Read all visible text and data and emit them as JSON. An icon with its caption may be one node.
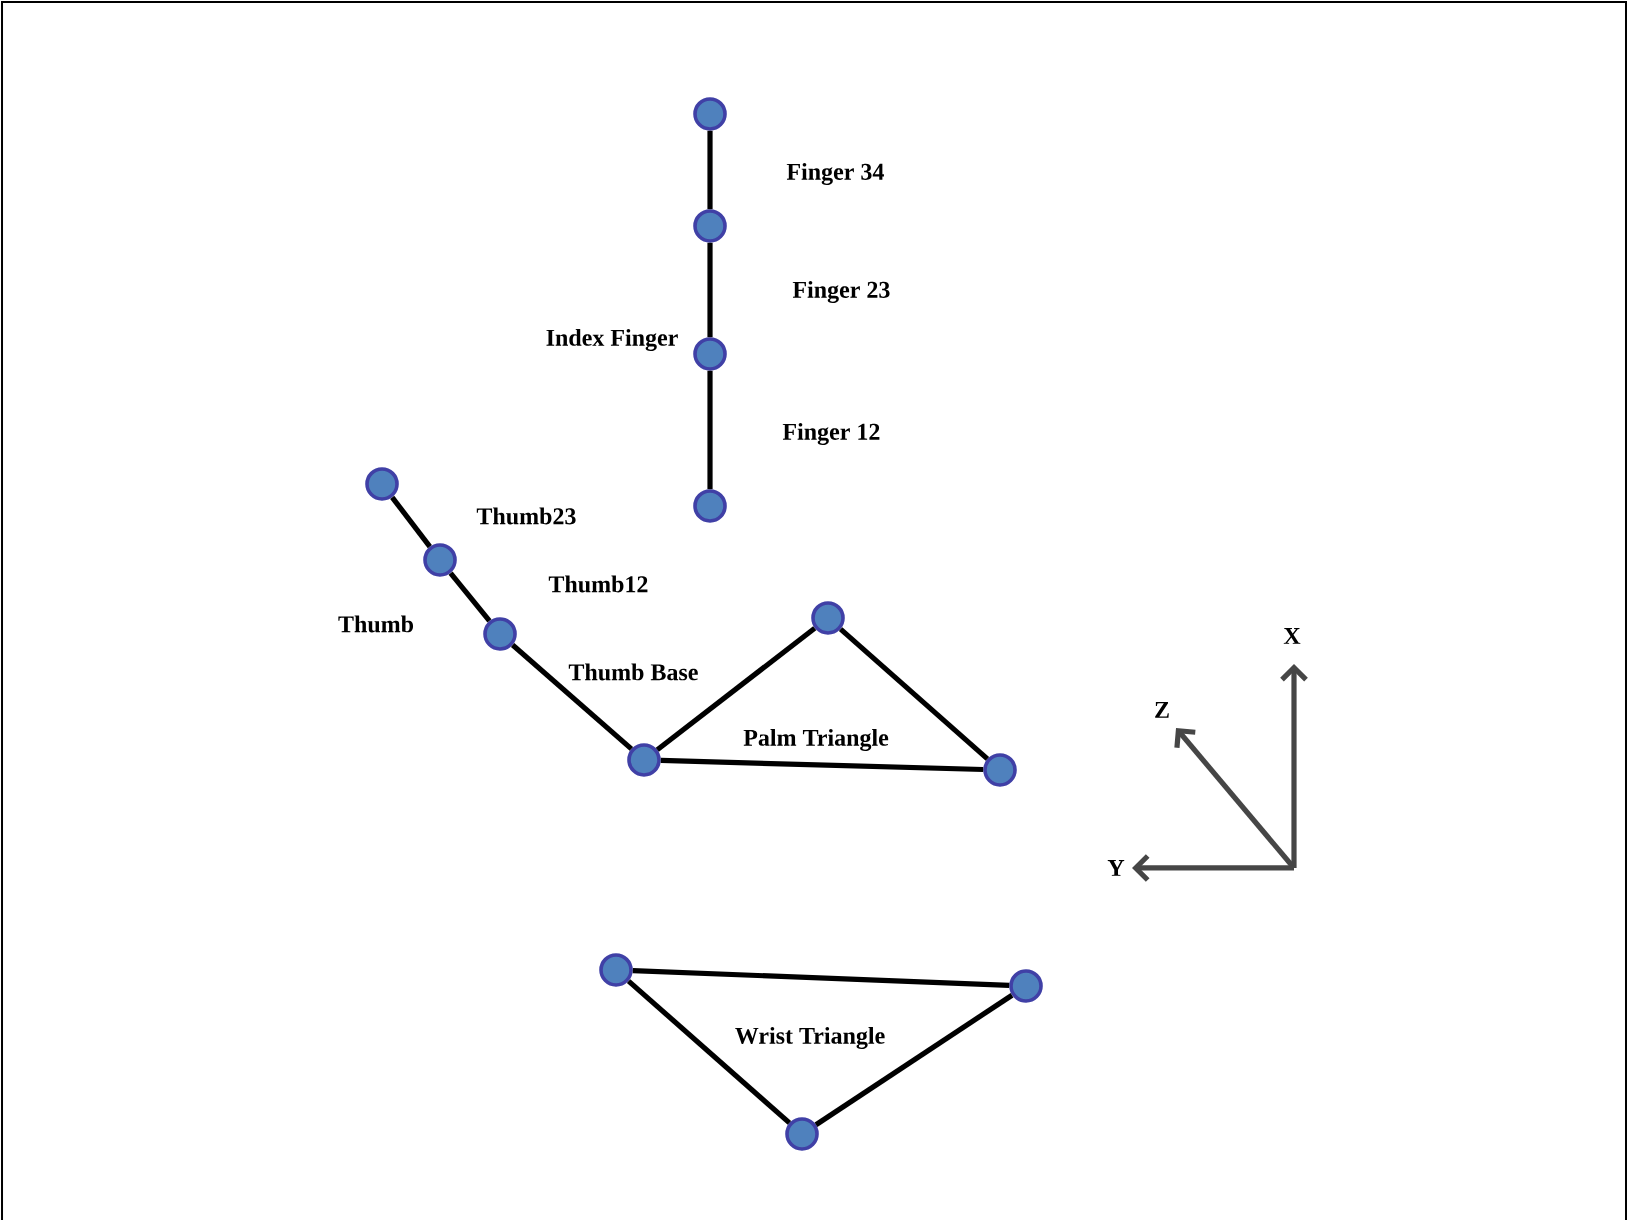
{
  "diagram": {
    "nodes": [
      {
        "text": [],
        "shape": "circle"
      },
      {
        "text": [],
        "shape": "circle"
      },
      {
        "text": [],
        "shape": "circle"
      },
      {
        "text": [],
        "shape": "circle"
      },
      {
        "text": [],
        "shape": "circle"
      },
      {
        "text": [],
        "shape": "circle"
      },
      {
        "text": [],
        "shape": "circle"
      },
      {
        "text": [],
        "shape": "circle"
      },
      {
        "text": [],
        "shape": "circle"
      },
      {
        "text": [],
        "shape": "circle"
      },
      {
        "text": [],
        "shape": "circle"
      },
      {
        "text": [],
        "shape": "circle"
      },
      {
        "text": [],
        "shape": "circle"
      }
    ],
    "edges": [
      {
        "from": 0,
        "to": 1,
        "arrow": "none",
        "label": "Finger 34"
      },
      {
        "from": 1,
        "to": 2,
        "arrow": "none",
        "label": "Finger 23"
      },
      {
        "from": 2,
        "to": 3,
        "arrow": "none",
        "label": "Finger 12"
      },
      {
        "from": 4,
        "to": 5,
        "arrow": "none",
        "label": "Thumb23"
      },
      {
        "from": 5,
        "to": 6,
        "arrow": "none",
        "label": "Thumb12"
      },
      {
        "from": 6,
        "to": 7,
        "arrow": "none",
        "label": "Thumb Base"
      },
      {
        "from": 7,
        "to": 8,
        "arrow": "none"
      },
      {
        "from": 8,
        "to": 9,
        "arrow": "none"
      },
      {
        "from": 7,
        "to": 9,
        "arrow": "none"
      },
      {
        "from": 10,
        "to": 11,
        "arrow": "none"
      },
      {
        "from": 10,
        "to": 12,
        "arrow": "none"
      },
      {
        "from": 12,
        "to": 11,
        "arrow": "none"
      }
    ],
    "labels": [
      "Index Finger",
      "Thumb",
      "Palm Triangle",
      "X",
      "Z",
      "Y",
      "Wrist Triangle"
    ]
  }
}
